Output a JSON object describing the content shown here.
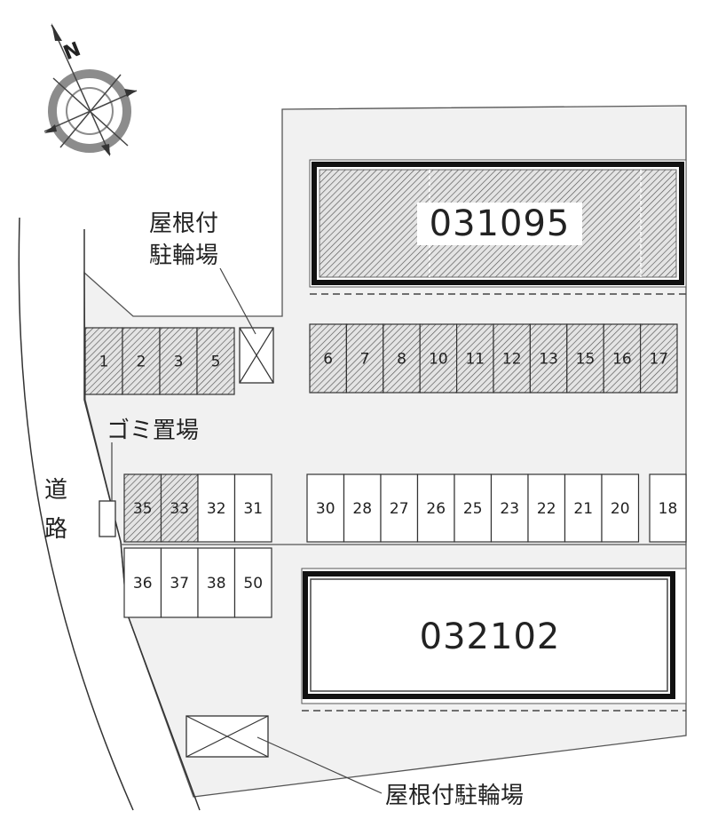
{
  "compass": {
    "north_label": "N"
  },
  "road_label": "道路",
  "buildings": [
    {
      "id": "031095",
      "shaded": true
    },
    {
      "id": "032102",
      "shaded": false
    }
  ],
  "labels": {
    "bicycle_parking_top": [
      "屋根付",
      "駐輪場"
    ],
    "bicycle_parking_bottom": "屋根付駐輪場",
    "garbage": "ゴミ置場"
  },
  "parking_rows": {
    "row_top_left": [
      {
        "num": "1",
        "shaded": true
      },
      {
        "num": "2",
        "shaded": true
      },
      {
        "num": "3",
        "shaded": true
      },
      {
        "num": "5",
        "shaded": true
      }
    ],
    "row_top_right": [
      {
        "num": "6",
        "shaded": true
      },
      {
        "num": "7",
        "shaded": true
      },
      {
        "num": "8",
        "shaded": true
      },
      {
        "num": "10",
        "shaded": true
      },
      {
        "num": "11",
        "shaded": true
      },
      {
        "num": "12",
        "shaded": true
      },
      {
        "num": "13",
        "shaded": true
      },
      {
        "num": "15",
        "shaded": true
      },
      {
        "num": "16",
        "shaded": true
      },
      {
        "num": "17",
        "shaded": true
      }
    ],
    "row_mid_left": [
      {
        "num": "35",
        "shaded": true
      },
      {
        "num": "33",
        "shaded": true
      },
      {
        "num": "32",
        "shaded": false
      },
      {
        "num": "31",
        "shaded": false
      }
    ],
    "row_mid_right": [
      {
        "num": "30",
        "shaded": false
      },
      {
        "num": "28",
        "shaded": false
      },
      {
        "num": "27",
        "shaded": false
      },
      {
        "num": "26",
        "shaded": false
      },
      {
        "num": "25",
        "shaded": false
      },
      {
        "num": "23",
        "shaded": false
      },
      {
        "num": "22",
        "shaded": false
      },
      {
        "num": "21",
        "shaded": false
      },
      {
        "num": "20",
        "shaded": false
      }
    ],
    "row_mid_end": [
      {
        "num": "18",
        "shaded": false
      }
    ],
    "row_bottom_left": [
      {
        "num": "36",
        "shaded": false
      },
      {
        "num": "37",
        "shaded": false
      },
      {
        "num": "38",
        "shaded": false
      },
      {
        "num": "50",
        "shaded": false
      }
    ]
  }
}
